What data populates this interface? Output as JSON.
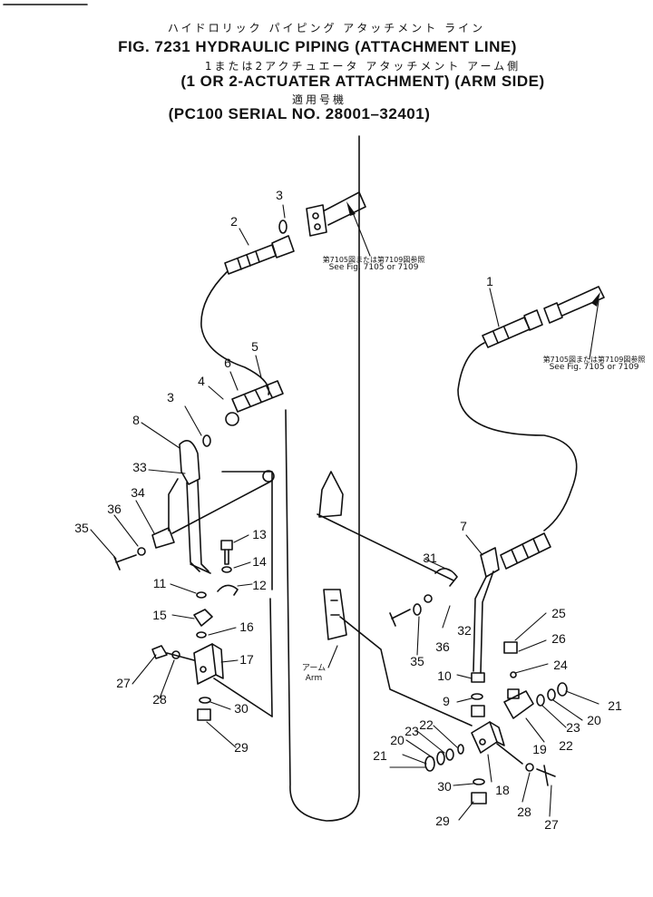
{
  "header": {
    "jp_title": "ハイドロリック パイピング アタッチメント ライン",
    "title": "FIG. 7231  HYDRAULIC PIPING (ATTACHMENT LINE)",
    "jp_sub": "1または2アクチュエータ アタッチメント アーム側",
    "subtitle": "(1 OR 2-ACTUATER ATTACHMENT) (ARM SIDE)",
    "jp_serial": "適用号機",
    "serial": "(PC100 SERIAL NO. 28001–32401)"
  },
  "references": [
    {
      "jp": "第7105図または第7109図参照",
      "en": "See Fig. 7105 or 7109"
    },
    {
      "jp": "第7105図または第7109図参照",
      "en": "See Fig. 7105 or 7109"
    }
  ],
  "arm_label": {
    "jp": "アーム",
    "en": "Arm"
  },
  "callouts": [
    "1",
    "2",
    "3",
    "3",
    "4",
    "5",
    "6",
    "7",
    "8",
    "9",
    "10",
    "11",
    "12",
    "13",
    "14",
    "15",
    "16",
    "17",
    "18",
    "19",
    "20",
    "20",
    "21",
    "21",
    "22",
    "22",
    "23",
    "23",
    "24",
    "25",
    "26",
    "27",
    "27",
    "28",
    "28",
    "29",
    "29",
    "30",
    "30",
    "31",
    "32",
    "33",
    "34",
    "35",
    "35",
    "36",
    "36"
  ]
}
